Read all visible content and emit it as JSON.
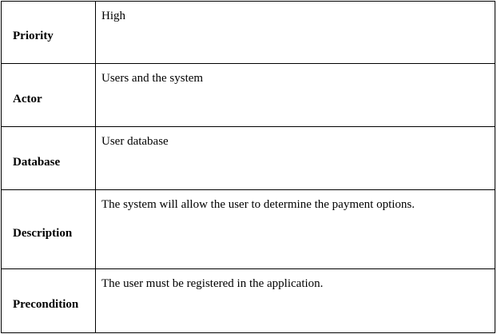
{
  "rows": [
    {
      "label": "Priority",
      "value": "High"
    },
    {
      "label": "Actor",
      "value": "Users and the system"
    },
    {
      "label": "Database",
      "value": "User database"
    },
    {
      "label": "Description",
      "value": "The system will allow the user to determine the payment options."
    },
    {
      "label": "Precondition",
      "value": "The user must be registered in the application."
    }
  ]
}
